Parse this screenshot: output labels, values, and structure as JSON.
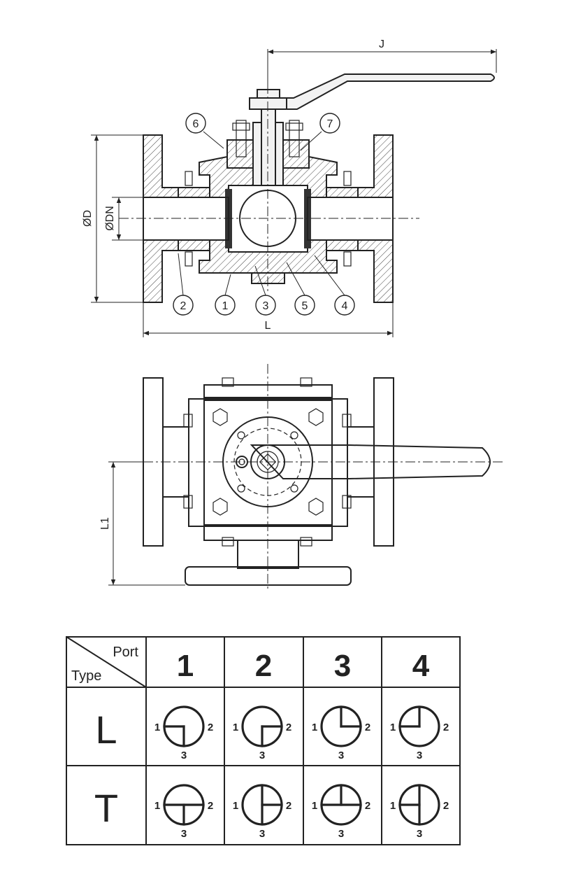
{
  "section_view": {
    "dimensions": {
      "j": "J",
      "d": "ØD",
      "dn": "ØDN",
      "l": "L"
    },
    "callouts": [
      "6",
      "7",
      "2",
      "1",
      "3",
      "5",
      "4"
    ]
  },
  "plan_view": {
    "dimensions": {
      "l1": "L1"
    }
  },
  "port_table": {
    "corner_top": "Port",
    "corner_bottom": "Type",
    "ports": [
      "1",
      "2",
      "3",
      "4"
    ],
    "rows": [
      {
        "type": "L",
        "patterns": [
          "L-1",
          "L-2",
          "L-3",
          "L-4"
        ]
      },
      {
        "type": "T",
        "patterns": [
          "T-1",
          "T-2",
          "T-3",
          "T-4"
        ]
      }
    ],
    "port_numbers": {
      "left": "1",
      "right": "2",
      "bottom": "3"
    }
  }
}
